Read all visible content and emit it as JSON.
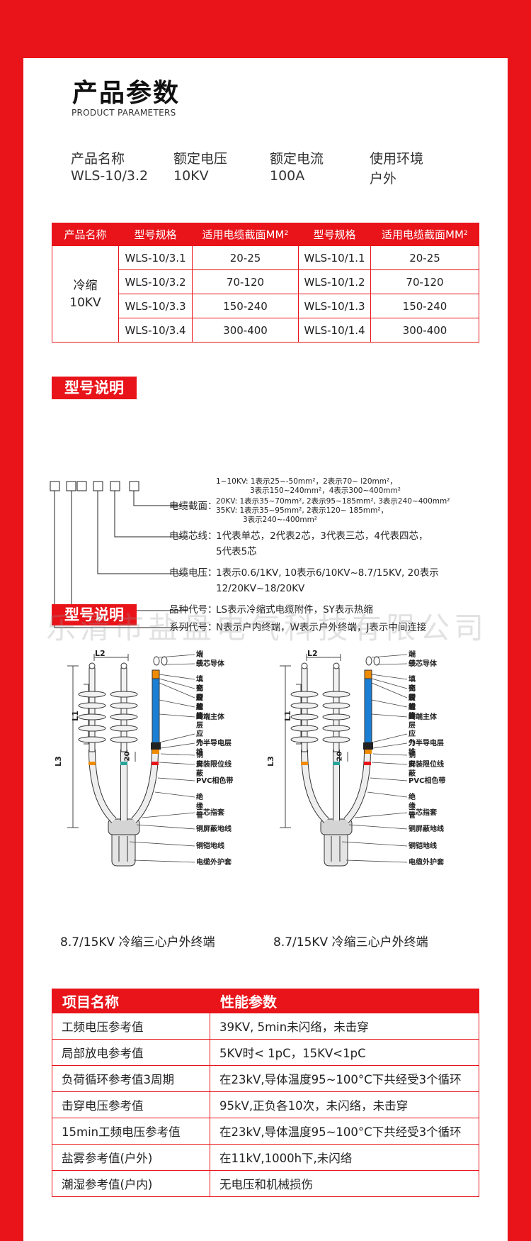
{
  "header": {
    "title": "产品参数",
    "subtitle": "PRODUCT PARAMETERS"
  },
  "specs": [
    {
      "label": "产品名称",
      "value": "WLS-10/3.2"
    },
    {
      "label": "额定电压",
      "value": "10KV"
    },
    {
      "label": "额定电流",
      "value": "100A"
    },
    {
      "label": "使用环境",
      "value": "户外"
    }
  ],
  "model_table": {
    "headers": [
      "产品名称",
      "型号规格",
      "适用电缆截面MM²",
      "型号规格",
      "适用电缆截面MM²"
    ],
    "product_line1": "冷缩",
    "product_line2": "10KV",
    "rows": [
      [
        "WLS-10/3.1",
        "20-25",
        "WLS-10/1.1",
        "20-25"
      ],
      [
        "WLS-10/3.2",
        "70-120",
        "WLS-10/1.2",
        "70-120"
      ],
      [
        "WLS-10/3.3",
        "150-240",
        "WLS-10/1.3",
        "150-240"
      ],
      [
        "WLS-10/3.4",
        "300-400",
        "WLS-10/1.4",
        "300-400"
      ]
    ]
  },
  "model_desc": {
    "tag": "型号说明",
    "section_lines": [
      "1~10KV: 1表示25~-50mm²，2表示70~ l20mm²，",
      "3表示150~240mm²，4表示300~400mm²",
      "20KV: 1表示35~70mm², 2表示95~185mm²,   3表示240~400mm²",
      "35KV: 1表示35~95mm², 2表示120~ 185mm²，",
      "3表示240~-400mm²"
    ],
    "items": [
      {
        "label": "电缆截面：",
        "text": ""
      },
      {
        "label": "电缆芯线：",
        "text": "1代表单芯，2代表2芯，3代表三芯，4代表四芯，",
        "text2": "5代表5芯"
      },
      {
        "label": "电缆电压：",
        "text": "1表示0.6/1KV, 10表示6/10KV~8.7/15KV, 20表示",
        "text2": "12/20KV~18/20KV"
      },
      {
        "label": "品种代号：",
        "text": "LS表示冷缩式电缆附件，SY表示热缩"
      },
      {
        "label": "系列代号：",
        "text": "N表示户内终端，W表示户外终端，J表示中间连接"
      }
    ]
  },
  "diagram": {
    "tag": "型号说明",
    "watermark": "乐清市盐盘电气科技有限公司",
    "part_labels": [
      "端子",
      "线芯导体",
      "填充胶",
      "密封胶",
      "密封管",
      "绝缘层",
      "终端主体",
      "应力锥",
      "外半导电层",
      "铜屏蔽",
      "安装限位线",
      "PVC相色带",
      "绝缘管",
      "三芯指套",
      "铜屏蔽地线",
      "铜铠地线",
      "电缆外护套"
    ],
    "dim_labels": {
      "l1": "L1",
      "l2": "L2",
      "l3": "L3",
      "d20": "20"
    },
    "captions": [
      "8.7/15KV 冷缩三心户外终端",
      "8.7/15KV 冷缩三心户外终端"
    ],
    "colors": {
      "accent": "#e8141a",
      "core_blue": "#1a7fd4",
      "core_orange": "#f08a00",
      "phase_green": "#2aa39a"
    }
  },
  "performance_table": {
    "headers": [
      "项目名称",
      "性能参数"
    ],
    "rows": [
      [
        "工频电压参考值",
        "39KV, 5min未闪络，未击穿"
      ],
      [
        "局部放电参考值",
        "5KV时<  1pC，15KV<1pC"
      ],
      [
        "负荷循环参考值3周期",
        "在23kV,导体温度95~100°C下共经受3个循环"
      ],
      [
        "击穿电压参考值",
        "95kV,正负各10次，未闪络，未击穿"
      ],
      [
        "15min工频电压参考值",
        "在23kV,导体温度95~100°C下共经受3个循环"
      ],
      [
        "盐雾参考值(户外)",
        "在11kV,1000h下,未闪络"
      ],
      [
        "潮湿参考值(户内)",
        "无电压和机械损伤"
      ]
    ]
  }
}
